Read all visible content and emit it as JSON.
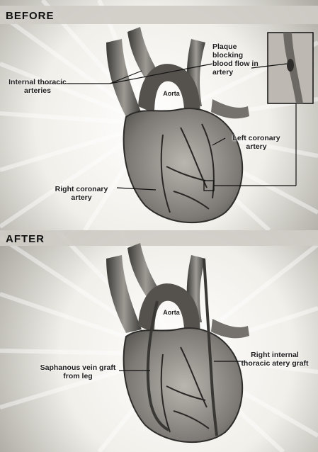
{
  "panels": {
    "before": {
      "heading": "BEFORE",
      "labels": {
        "internal_thoracic": "Internal thoracic arteries",
        "plaque": "Plaque blocking blood flow in artery",
        "aorta": "Aorta",
        "left_coronary": "Left coronary artery",
        "right_coronary": "Right coronary artery"
      }
    },
    "after": {
      "heading": "AFTER",
      "labels": {
        "aorta": "Aorta",
        "saphenous": "Saphanous vein graft from leg",
        "right_internal": "Right internal thoracic atery graft"
      }
    }
  }
}
